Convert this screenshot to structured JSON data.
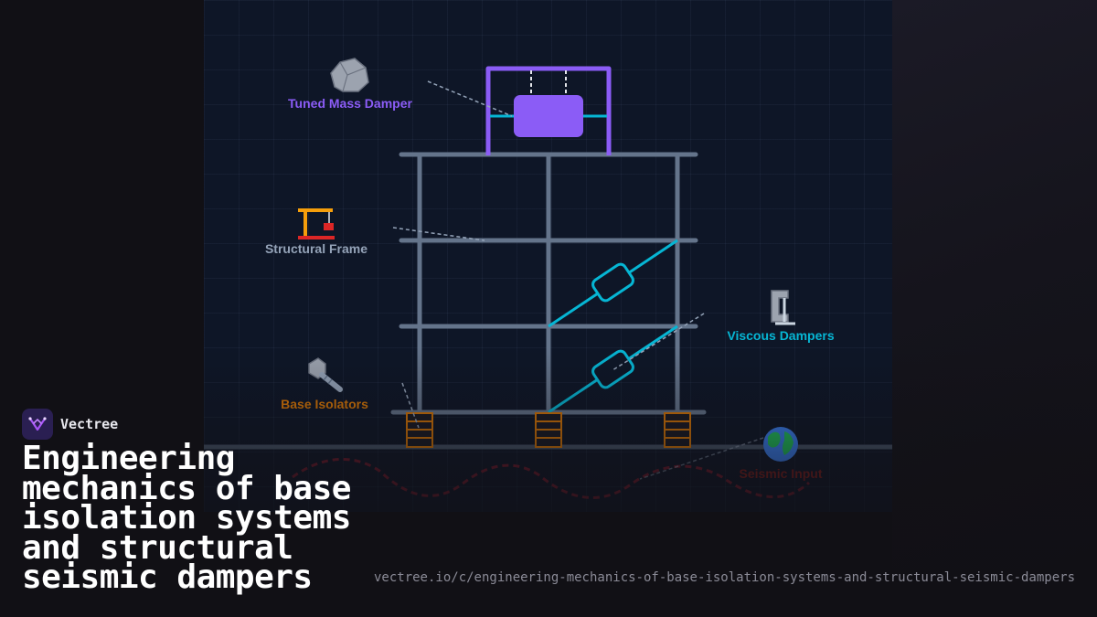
{
  "brand": {
    "name": "Vectree"
  },
  "title": "Engineering mechanics of base isolation systems and structural seismic dampers",
  "url": "vectree.io/c/engineering-mechanics-of-base-isolation-systems-and-structural-seismic-dampers",
  "diagram": {
    "labels": {
      "tuned_mass_damper": "Tuned Mass Damper",
      "structural_frame": "Structural Frame",
      "viscous_dampers": "Viscous Dampers",
      "base_isolators": "Base Isolators",
      "seismic_input": "Seismic Input"
    },
    "icons": {
      "tuned_mass_damper": "rock-icon",
      "structural_frame": "crane-icon",
      "viscous_dampers": "clamp-icon",
      "base_isolators": "nut-and-bolt-icon",
      "seismic_input": "globe-icon"
    },
    "colors": {
      "background": "#111015",
      "grid_panel": "#0e1627",
      "frame": "#64748b",
      "tmd": "#8b5cf6",
      "viscous": "#06b6d4",
      "isolator": "#d97706",
      "seismic": "#8b1a2e",
      "frame_label": "#94a3b8"
    }
  }
}
